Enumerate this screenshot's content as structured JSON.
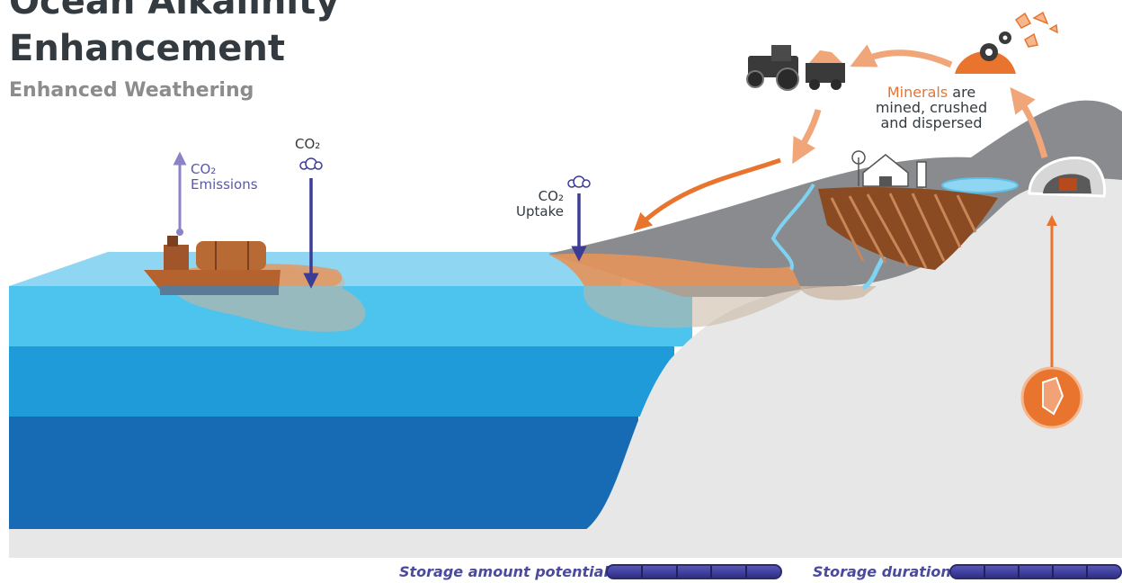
{
  "title": "Ocean Alkalinity",
  "title2": "Enhancement",
  "subtitle": "Enhanced Weathering",
  "labels": {
    "co2_emissions_line1": "CO₂",
    "co2_emissions_line2": "Emissions",
    "co2_top": "CO₂",
    "co2_uptake_line1": "CO₂",
    "co2_uptake_line2": "Uptake",
    "minerals_word": "Minerals",
    "minerals_rest1": " are",
    "minerals_line2": "mined, crushed",
    "minerals_line3": "and dispersed"
  },
  "legend": {
    "storage_amount_label": "Storage amount potential",
    "storage_amount_level": 1.0,
    "storage_duration_label": "Storage duration",
    "storage_duration_level": 1.0
  },
  "colors": {
    "ocean_surface": "#8fd6f3",
    "ocean_shallow": "#4dc4ee",
    "ocean_mid": "#1f9bd9",
    "ocean_deep": "#166bb4",
    "land": "#e7e7e7",
    "rock": "#8a8b8e",
    "mineral_orange": "#e8742e",
    "co2_arrow": "#3c3c96"
  }
}
